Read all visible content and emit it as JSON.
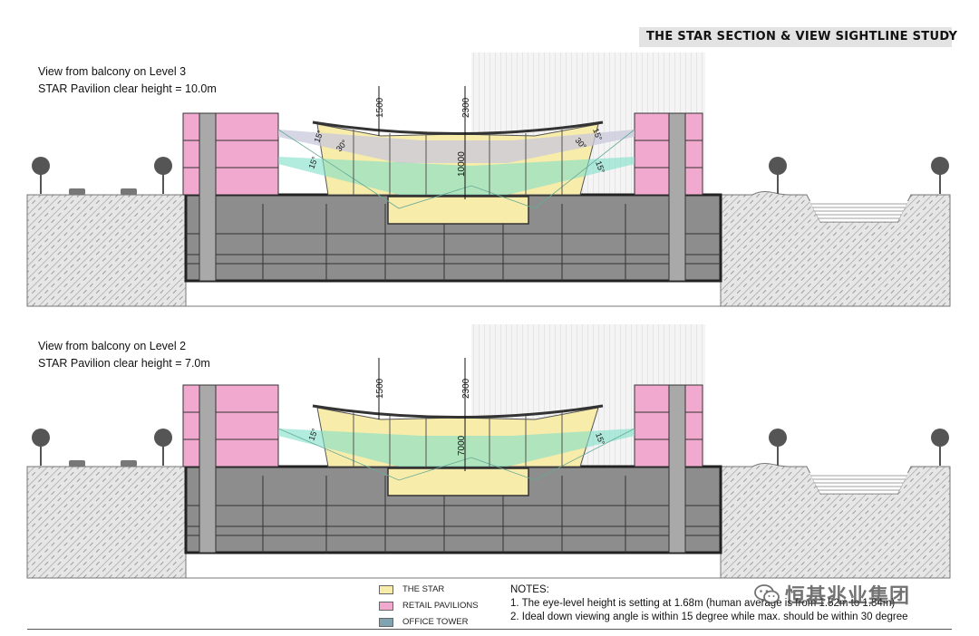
{
  "header": {
    "title": "THE STAR SECTION  & VIEW  SIGHTLINE STUDY"
  },
  "sections": [
    {
      "caption_line1": "View from balcony on Level 3",
      "caption_line2": "STAR Pavilion clear height = 10.0m",
      "dim_left": "1500",
      "dim_center": "2300",
      "dim_height": "10000",
      "angles": [
        "15°",
        "30°",
        "15°",
        "30°",
        "15°",
        "15°"
      ]
    },
    {
      "caption_line1": "View from balcony on Level 2",
      "caption_line2": "STAR Pavilion clear height = 7.0m",
      "dim_left": "1500",
      "dim_center": "2300",
      "dim_height": "7000",
      "angles": [
        "15°",
        "15°"
      ]
    }
  ],
  "legend": [
    {
      "label": "THE STAR",
      "color": "#f7ecaa"
    },
    {
      "label": "RETAIL PAVILIONS",
      "color": "#f2a9cf"
    },
    {
      "label": "OFFICE TOWER",
      "color": "#7fa3b0"
    }
  ],
  "notes": {
    "title": "NOTES:",
    "items": [
      "1. The eye-level height is setting at 1.68m (human average is from 1.52m to 1.84m)",
      "2. Ideal down viewing angle is within 15 degree while max. should be within 30 degree"
    ]
  },
  "watermark": {
    "text": "恒基兆业集团",
    "icon": "wechat-icon"
  }
}
